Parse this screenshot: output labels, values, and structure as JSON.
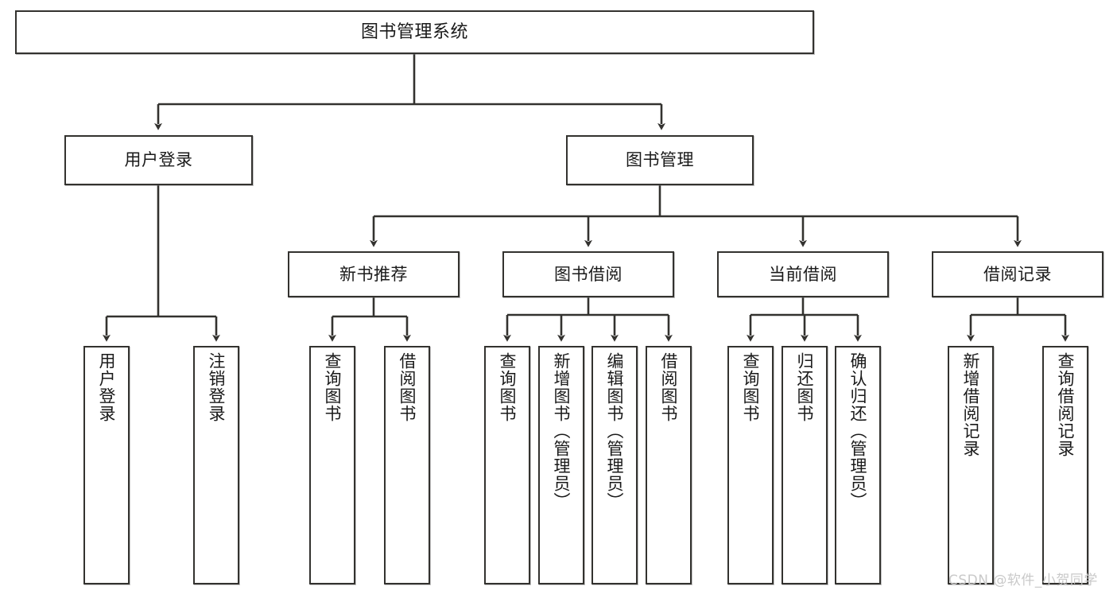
{
  "diagram": {
    "title": "图书管理系统",
    "type": "tree-hierarchy-diagram",
    "watermark": "CSDN @软件_小贺同学",
    "colors": {
      "stroke": "#33322f",
      "fill": "#ffffff",
      "text": "#1a1a1a",
      "watermark": "#c9c9c9"
    },
    "nodes": {
      "root": {
        "label": "图书管理系统"
      },
      "level2": [
        {
          "id": "user-login",
          "label": "用户登录"
        },
        {
          "id": "book-management",
          "label": "图书管理"
        }
      ],
      "level3": [
        {
          "id": "new-book-recommend",
          "label": "新书推荐"
        },
        {
          "id": "book-borrow",
          "label": "图书借阅"
        },
        {
          "id": "current-borrow",
          "label": "当前借阅"
        },
        {
          "id": "borrow-record",
          "label": "借阅记录"
        }
      ],
      "leaves": {
        "user-login": [
          {
            "id": "leaf-user-login",
            "label": "用户登录"
          },
          {
            "id": "leaf-logout",
            "label": "注销登录"
          }
        ],
        "new-book-recommend": [
          {
            "id": "leaf-query-book-1",
            "label": "查询图书"
          },
          {
            "id": "leaf-borrow-book-1",
            "label": "借阅图书"
          }
        ],
        "book-borrow": [
          {
            "id": "leaf-query-book-2",
            "label": "查询图书"
          },
          {
            "id": "leaf-add-book",
            "label": "新增图书（管理员）"
          },
          {
            "id": "leaf-edit-book",
            "label": "编辑图书（管理员）"
          },
          {
            "id": "leaf-borrow-book-2",
            "label": "借阅图书"
          }
        ],
        "current-borrow": [
          {
            "id": "leaf-query-book-3",
            "label": "查询图书"
          },
          {
            "id": "leaf-return-book",
            "label": "归还图书"
          },
          {
            "id": "leaf-confirm-return",
            "label": "确认归还（管理员）"
          }
        ],
        "borrow-record": [
          {
            "id": "leaf-add-record",
            "label": "新增借阅记录"
          },
          {
            "id": "leaf-query-record",
            "label": "查询借阅记录"
          }
        ]
      }
    }
  }
}
